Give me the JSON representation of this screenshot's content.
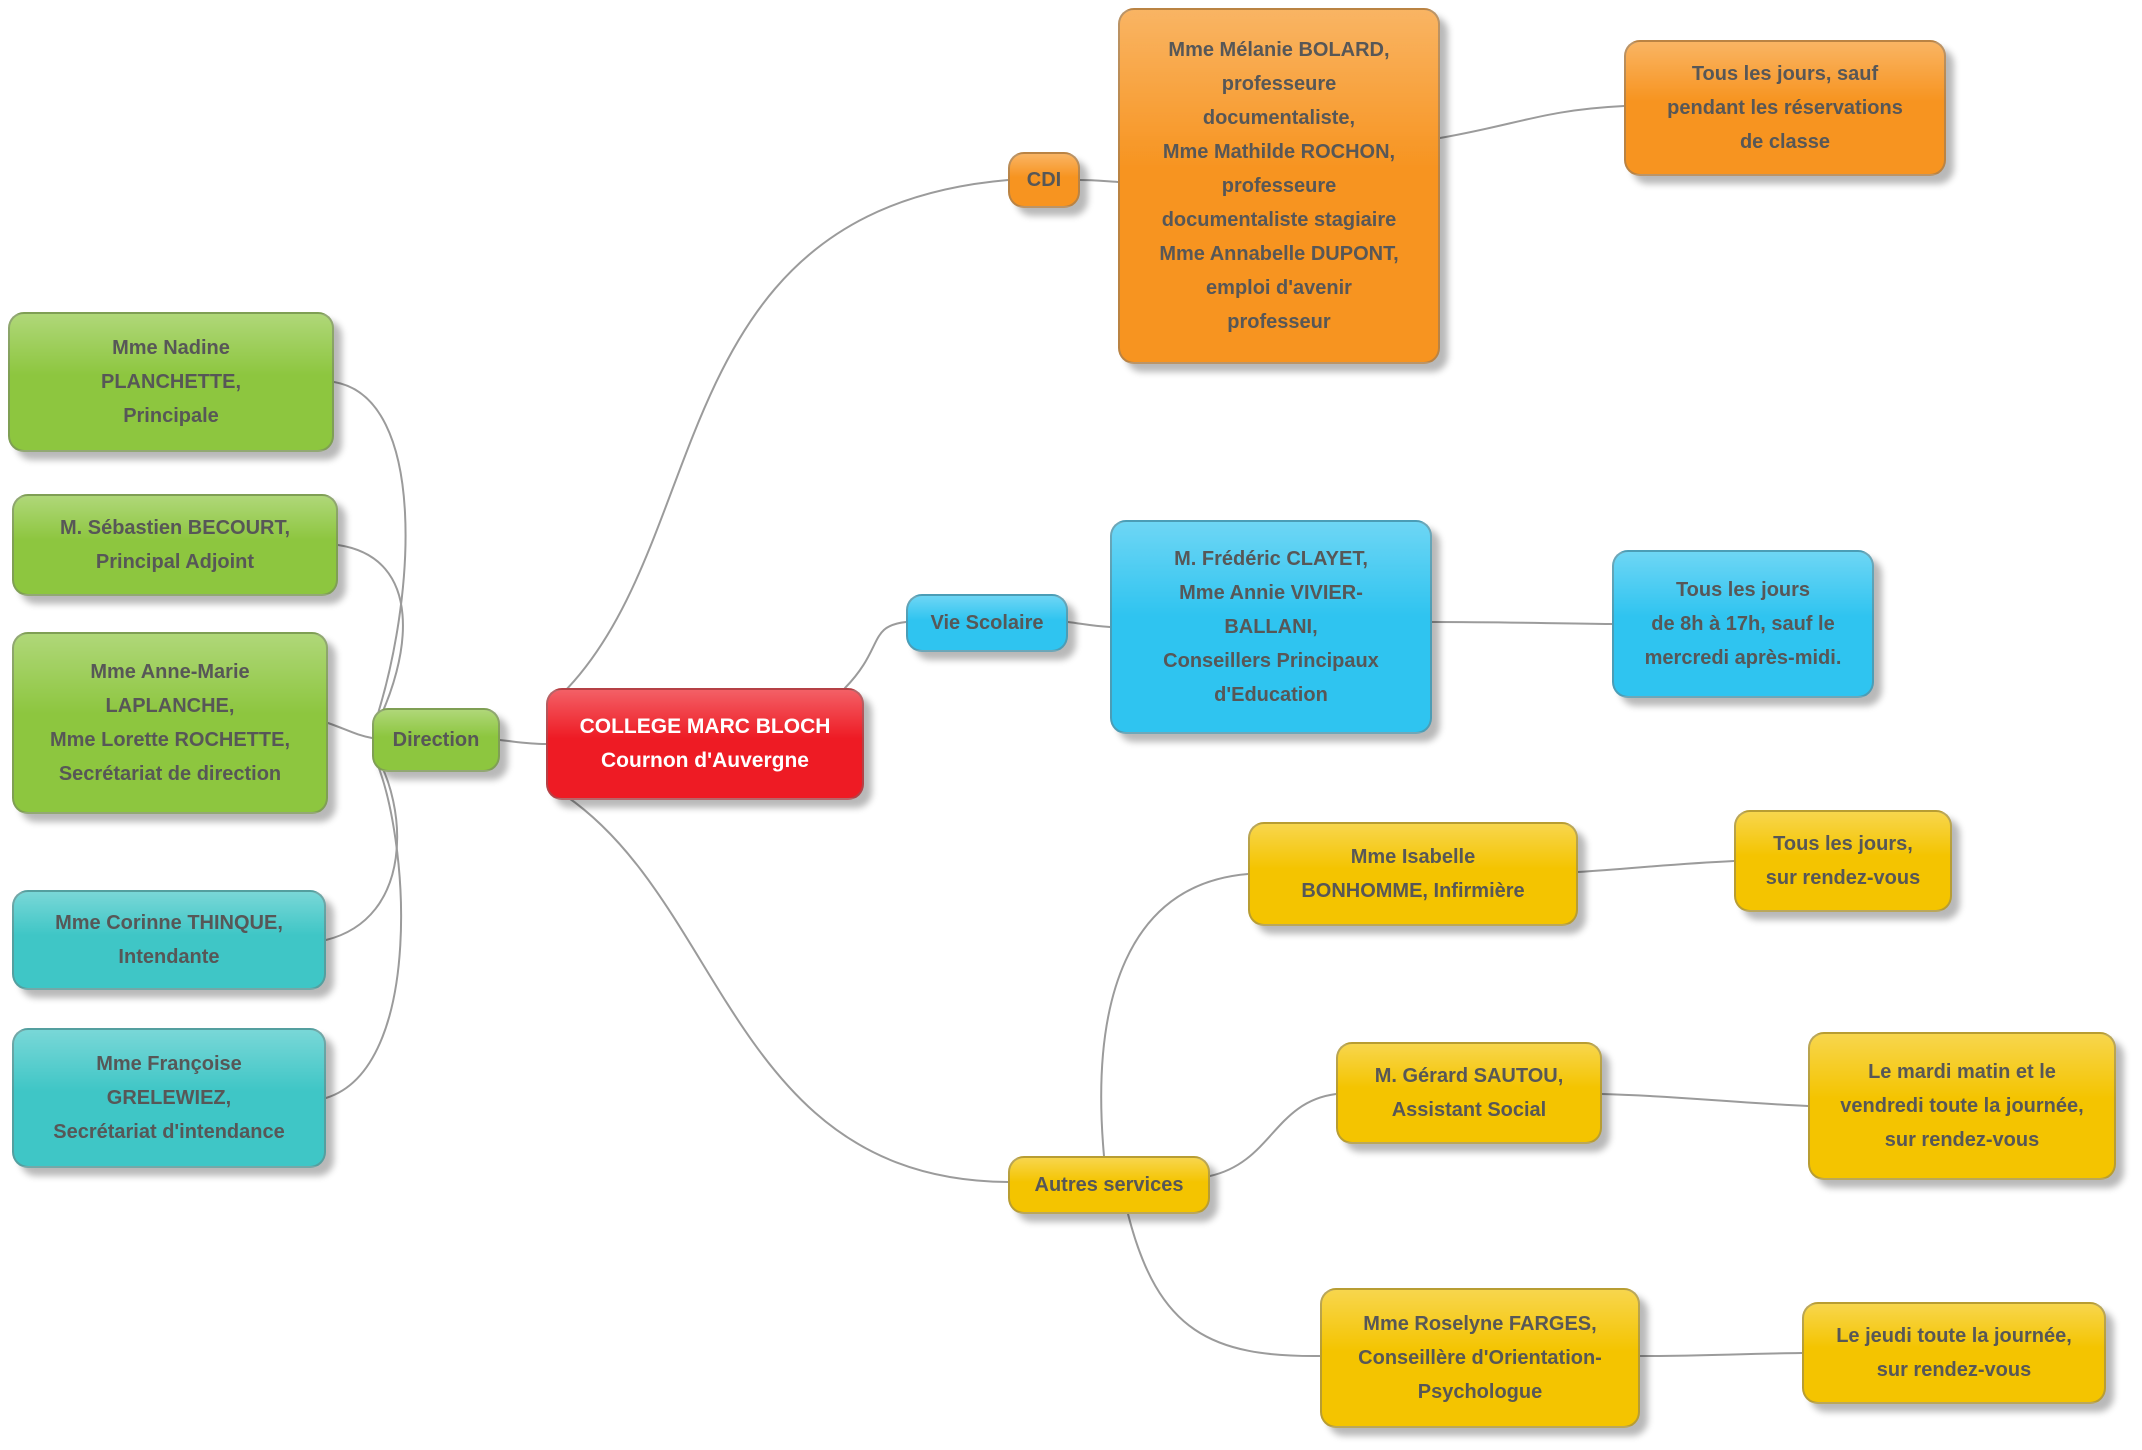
{
  "colors": {
    "green": "#8DC63F",
    "teal": "#3FC6C6",
    "red": "#EE1B24",
    "orange": "#F79420",
    "blue": "#2FC4F0",
    "yellow": "#F4C400",
    "node_text": "#575757",
    "root_text": "#FFFFFF",
    "connector": "#9B9B9B"
  },
  "root": {
    "name": "COLLEGE MARC BLOCH",
    "subtitle": "Cournon d'Auvergne"
  },
  "direction": {
    "label": "Direction",
    "members": [
      {
        "text": "Mme Nadine\nPLANCHETTE,\nPrincipale"
      },
      {
        "text": "M. Sébastien BECOURT,\nPrincipal Adjoint"
      },
      {
        "text": "Mme Anne-Marie\nLAPLANCHE,\nMme Lorette ROCHETTE,\nSecrétariat de direction"
      },
      {
        "text": "Mme Corinne THINQUE,\nIntendante"
      },
      {
        "text": "Mme Françoise\nGRELEWIEZ,\nSecrétariat d'intendance"
      }
    ]
  },
  "cdi": {
    "label": "CDI",
    "staff": "Mme Mélanie BOLARD,\nprofesseure\ndocumentaliste,\nMme Mathilde ROCHON,\nprofesseure\ndocumentaliste stagiaire\nMme Annabelle DUPONT,\nemploi d'avenir\nprofesseur",
    "hours": "Tous les jours, sauf\npendant les réservations\nde classe"
  },
  "vie_scolaire": {
    "label": "Vie Scolaire",
    "staff": "M. Frédéric CLAYET,\nMme Annie VIVIER-\nBALLANI,\nConseillers Principaux\nd'Education",
    "hours": "Tous les jours\nde 8h à 17h, sauf le\nmercredi après-midi."
  },
  "autres_services": {
    "label": "Autres services",
    "entries": [
      {
        "staff": "Mme Isabelle\nBONHOMME, Infirmière",
        "hours": "Tous les jours,\nsur rendez-vous"
      },
      {
        "staff": "M. Gérard SAUTOU,\nAssistant Social",
        "hours": "Le mardi matin et le\nvendredi toute la journée,\nsur rendez-vous"
      },
      {
        "staff": "Mme Roselyne FARGES,\nConseillère d'Orientation-\nPsychologue",
        "hours": "Le jeudi toute la journée,\nsur rendez-vous"
      }
    ]
  }
}
